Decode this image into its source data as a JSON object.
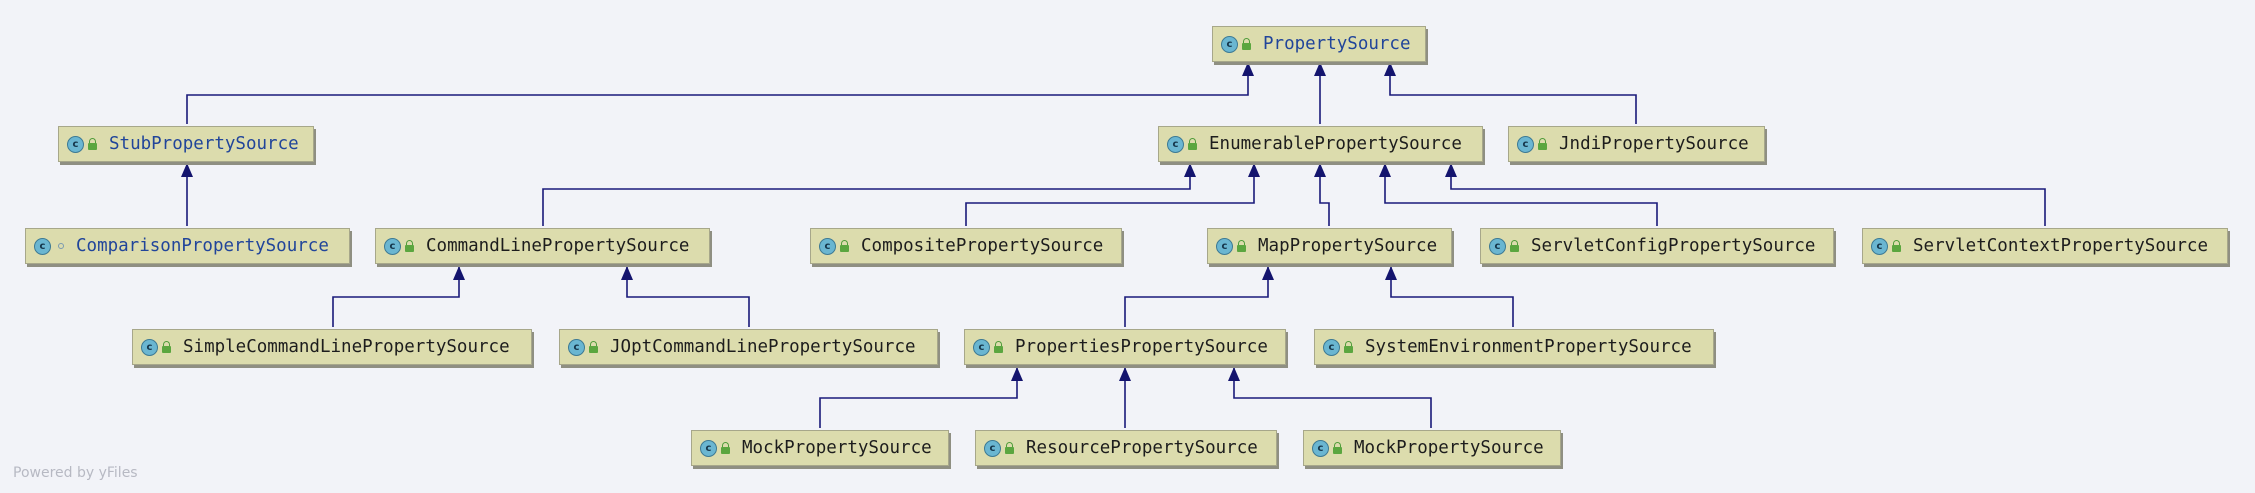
{
  "diagram": {
    "nodes": {
      "property_source": "PropertySource",
      "stub_property_source": "StubPropertySource",
      "enumerable_property_source": "EnumerablePropertySource",
      "jndi_property_source": "JndiPropertySource",
      "comparison_property_source": "ComparisonPropertySource",
      "command_line_property_source": "CommandLinePropertySource",
      "composite_property_source": "CompositePropertySource",
      "map_property_source": "MapPropertySource",
      "servlet_config_property_source": "ServletConfigPropertySource",
      "servlet_context_property_source": "ServletContextPropertySource",
      "simple_command_line_property_source": "SimpleCommandLinePropertySource",
      "jopt_command_line_property_source": "JOptCommandLinePropertySource",
      "properties_property_source": "PropertiesPropertySource",
      "system_environment_property_source": "SystemEnvironmentPropertySource",
      "mock_property_source_1": "MockPropertySource",
      "resource_property_source": "ResourcePropertySource",
      "mock_property_source_2": "MockPropertySource"
    },
    "class_icon_letter": "c",
    "colors": {
      "background": "#f2f3f8",
      "node_fill": "#dcdcad",
      "edge": "#1a1a7a",
      "highlight_text": "#21459a"
    }
  },
  "footer": "Powered by yFiles"
}
